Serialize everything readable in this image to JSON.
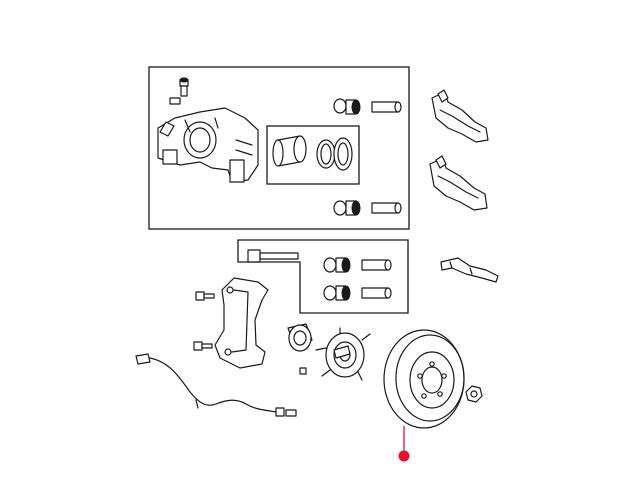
{
  "diagram": {
    "highlight_color": "#e8102a",
    "line_color": "#1a1a1a",
    "background": "#ffffff",
    "callout": {
      "part": "brake-rotor",
      "highlighted": true
    },
    "components": [
      "caliper-assembly",
      "caliper-piston-kit",
      "guide-pin-kit-upper",
      "guide-pin-kit-lower",
      "guide-pin-kit-mount",
      "disc-brake-pads",
      "pad-anti-rattle-clip",
      "caliper-adapter-bracket",
      "wheel-bearing",
      "hub-assembly",
      "brake-rotor",
      "wheel-speed-sensor",
      "lug-nut"
    ]
  }
}
